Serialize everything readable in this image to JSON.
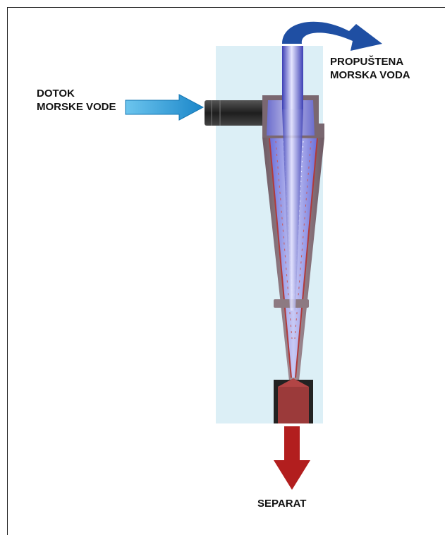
{
  "labels": {
    "inlet": [
      "DOTOK",
      "MORSKE VODE"
    ],
    "overflow": [
      "PROPUŠTENA",
      "MORSKA VODA"
    ],
    "underflow": "SEPARAT"
  },
  "colors": {
    "background": "#dceff6",
    "inlet_arrow": "#2a9fd6",
    "overflow_arrow": "#1f4fa3",
    "separat_arrow": "#b21e1e",
    "cone_body": "#8a6f78",
    "cone_liquid": "#7b7ee0",
    "separat_fill": "#9b3a3a",
    "dark_part": "#2a2a2a"
  }
}
